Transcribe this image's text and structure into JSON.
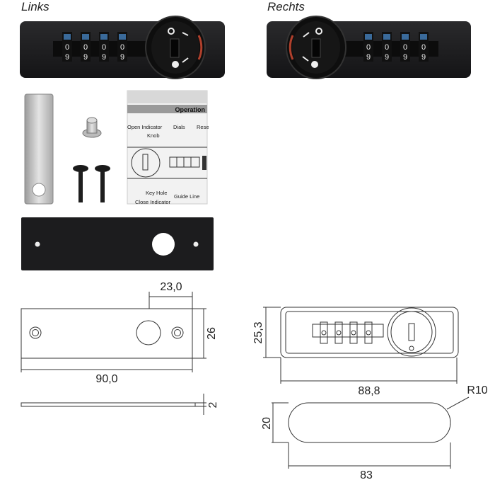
{
  "variants": {
    "left_label": "Links",
    "right_label": "Rechts"
  },
  "lock": {
    "dial_top_digit": "0",
    "dial_bottom_digit": "9",
    "dial_count": 4
  },
  "manual": {
    "title": "Operation",
    "labels": [
      "Open Indicator",
      "Knob",
      "Dials",
      "Rese",
      "Key Hole",
      "Guide Line",
      "Close Indicator"
    ]
  },
  "drawing_plate": {
    "dim_hole_offset": "23,0",
    "dim_height": "26",
    "dim_width": "90,0",
    "dim_thickness": "2"
  },
  "drawing_lock": {
    "dim_height": "25,3",
    "dim_width": "88,8",
    "cutout_height": "20",
    "cutout_width": "83",
    "cutout_radius": "R10"
  },
  "colors": {
    "lock_body": "#1c1c1e",
    "line": "#333333",
    "silver": "#c8c8c8"
  }
}
